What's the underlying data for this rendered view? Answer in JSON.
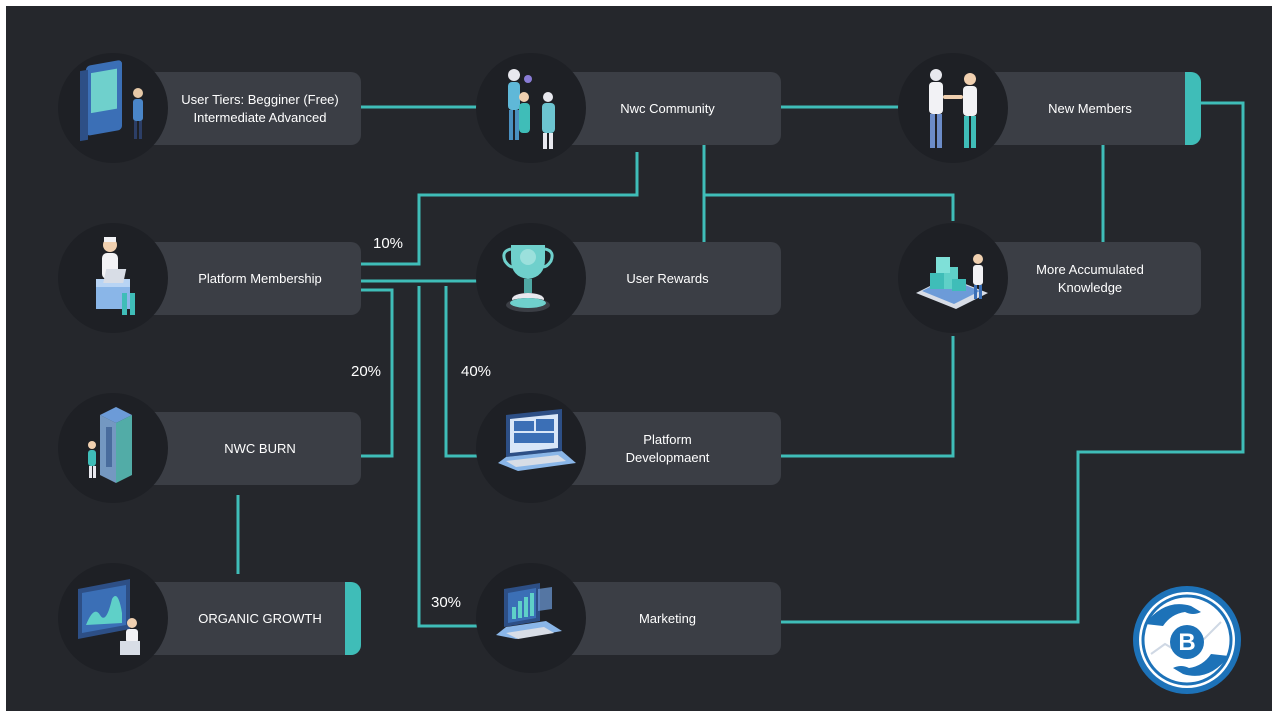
{
  "colors": {
    "background": "#25272c",
    "pill": "#3b3e45",
    "circle": "#1e2025",
    "connector": "#3fbdb8",
    "text": "#ffffff",
    "logo_blue": "#1d72b8"
  },
  "nodes": {
    "user_tiers": {
      "label_line1": "User Tiers: Begginer (Free)",
      "label_line2": "Intermediate Advanced",
      "icon": "atm-user-icon"
    },
    "community": {
      "label": "Nwc Community",
      "icon": "people-community-icon"
    },
    "new_members": {
      "label": "New Members",
      "icon": "handshake-icon"
    },
    "membership": {
      "label": "Platform Membership",
      "icon": "laptop-user-icon"
    },
    "rewards": {
      "label": "User Rewards",
      "icon": "trophy-icon"
    },
    "knowledge": {
      "label_line1": "More Accumulated",
      "label_line2": "Knowledge",
      "icon": "blocks-icon"
    },
    "burn": {
      "label": "NWC BURN",
      "icon": "server-tower-icon"
    },
    "development": {
      "label_line1": "Platform",
      "label_line2": "Developmaent",
      "icon": "laptop-icon"
    },
    "organic": {
      "label": "ORGANIC GROWTH",
      "icon": "presentation-icon"
    },
    "marketing": {
      "label": "Marketing",
      "icon": "laptop-chart-icon"
    }
  },
  "percentages": {
    "p10": "10%",
    "p20": "20%",
    "p40": "40%",
    "p30": "30%"
  },
  "logo": {
    "letter": "B",
    "icon": "bitcoin-hands-logo"
  }
}
